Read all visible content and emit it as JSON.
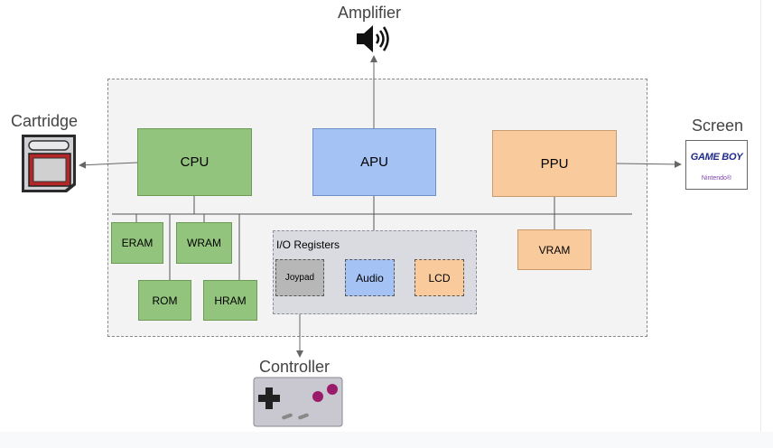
{
  "labels": {
    "amplifier": "Amplifier",
    "cartridge": "Cartridge",
    "screen": "Screen",
    "controller": "Controller"
  },
  "blocks": {
    "cpu": "CPU",
    "apu": "APU",
    "ppu": "PPU",
    "eram": "ERAM",
    "wram": "WRAM",
    "rom": "ROM",
    "hram": "HRAM",
    "vram": "VRAM"
  },
  "io": {
    "title": "I/O Registers",
    "joypad": "Joypad",
    "audio": "Audio",
    "lcd": "LCD"
  },
  "screen_logo": {
    "brand": "GAME BOY",
    "maker": "Nintendo®"
  },
  "controller_icons": {
    "dpad": "dpad-icon",
    "buttons": "ab-buttons-icon"
  },
  "icons": {
    "speaker": "speaker-icon",
    "cartridge": "cartridge-icon",
    "screen": "gameboy-screen-icon",
    "controller": "controller-icon"
  },
  "colors": {
    "green": "#93c47d",
    "blue": "#a4c2f4",
    "orange": "#f9cb9c",
    "grey": "#b7b7b7",
    "io_bg": "#d9dbe0"
  }
}
